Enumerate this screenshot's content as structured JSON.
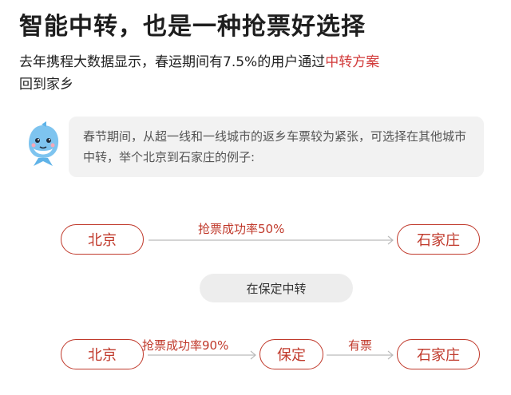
{
  "headline": "智能中转，也是一种抢票好选择",
  "intro": {
    "text_before": "去年携程大数据显示，春运期间有7.5%的用户通过",
    "highlight": "中转方案",
    "text_after": "回到家乡"
  },
  "tip": {
    "mascot_icon": "dolphin-mascot-icon",
    "text": "春节期间，从超一线和一线城市的返乡车票较为紧张，可选择在其他城市中转，举个北京到石家庄的例子:"
  },
  "direct_route": {
    "origin": "北京",
    "destination": "石家庄",
    "label": "抢票成功率50%"
  },
  "via_label": "在保定中转",
  "transfer_route": {
    "origin": "北京",
    "via": "保定",
    "destination": "石家庄",
    "leg1_label": "抢票成功率90%",
    "leg2_label": "有票"
  },
  "colors": {
    "accent": "#c0392b",
    "highlight": "#d23a3a",
    "bubble_bg": "#f2f2f2",
    "arrow": "#bbbbbb"
  }
}
